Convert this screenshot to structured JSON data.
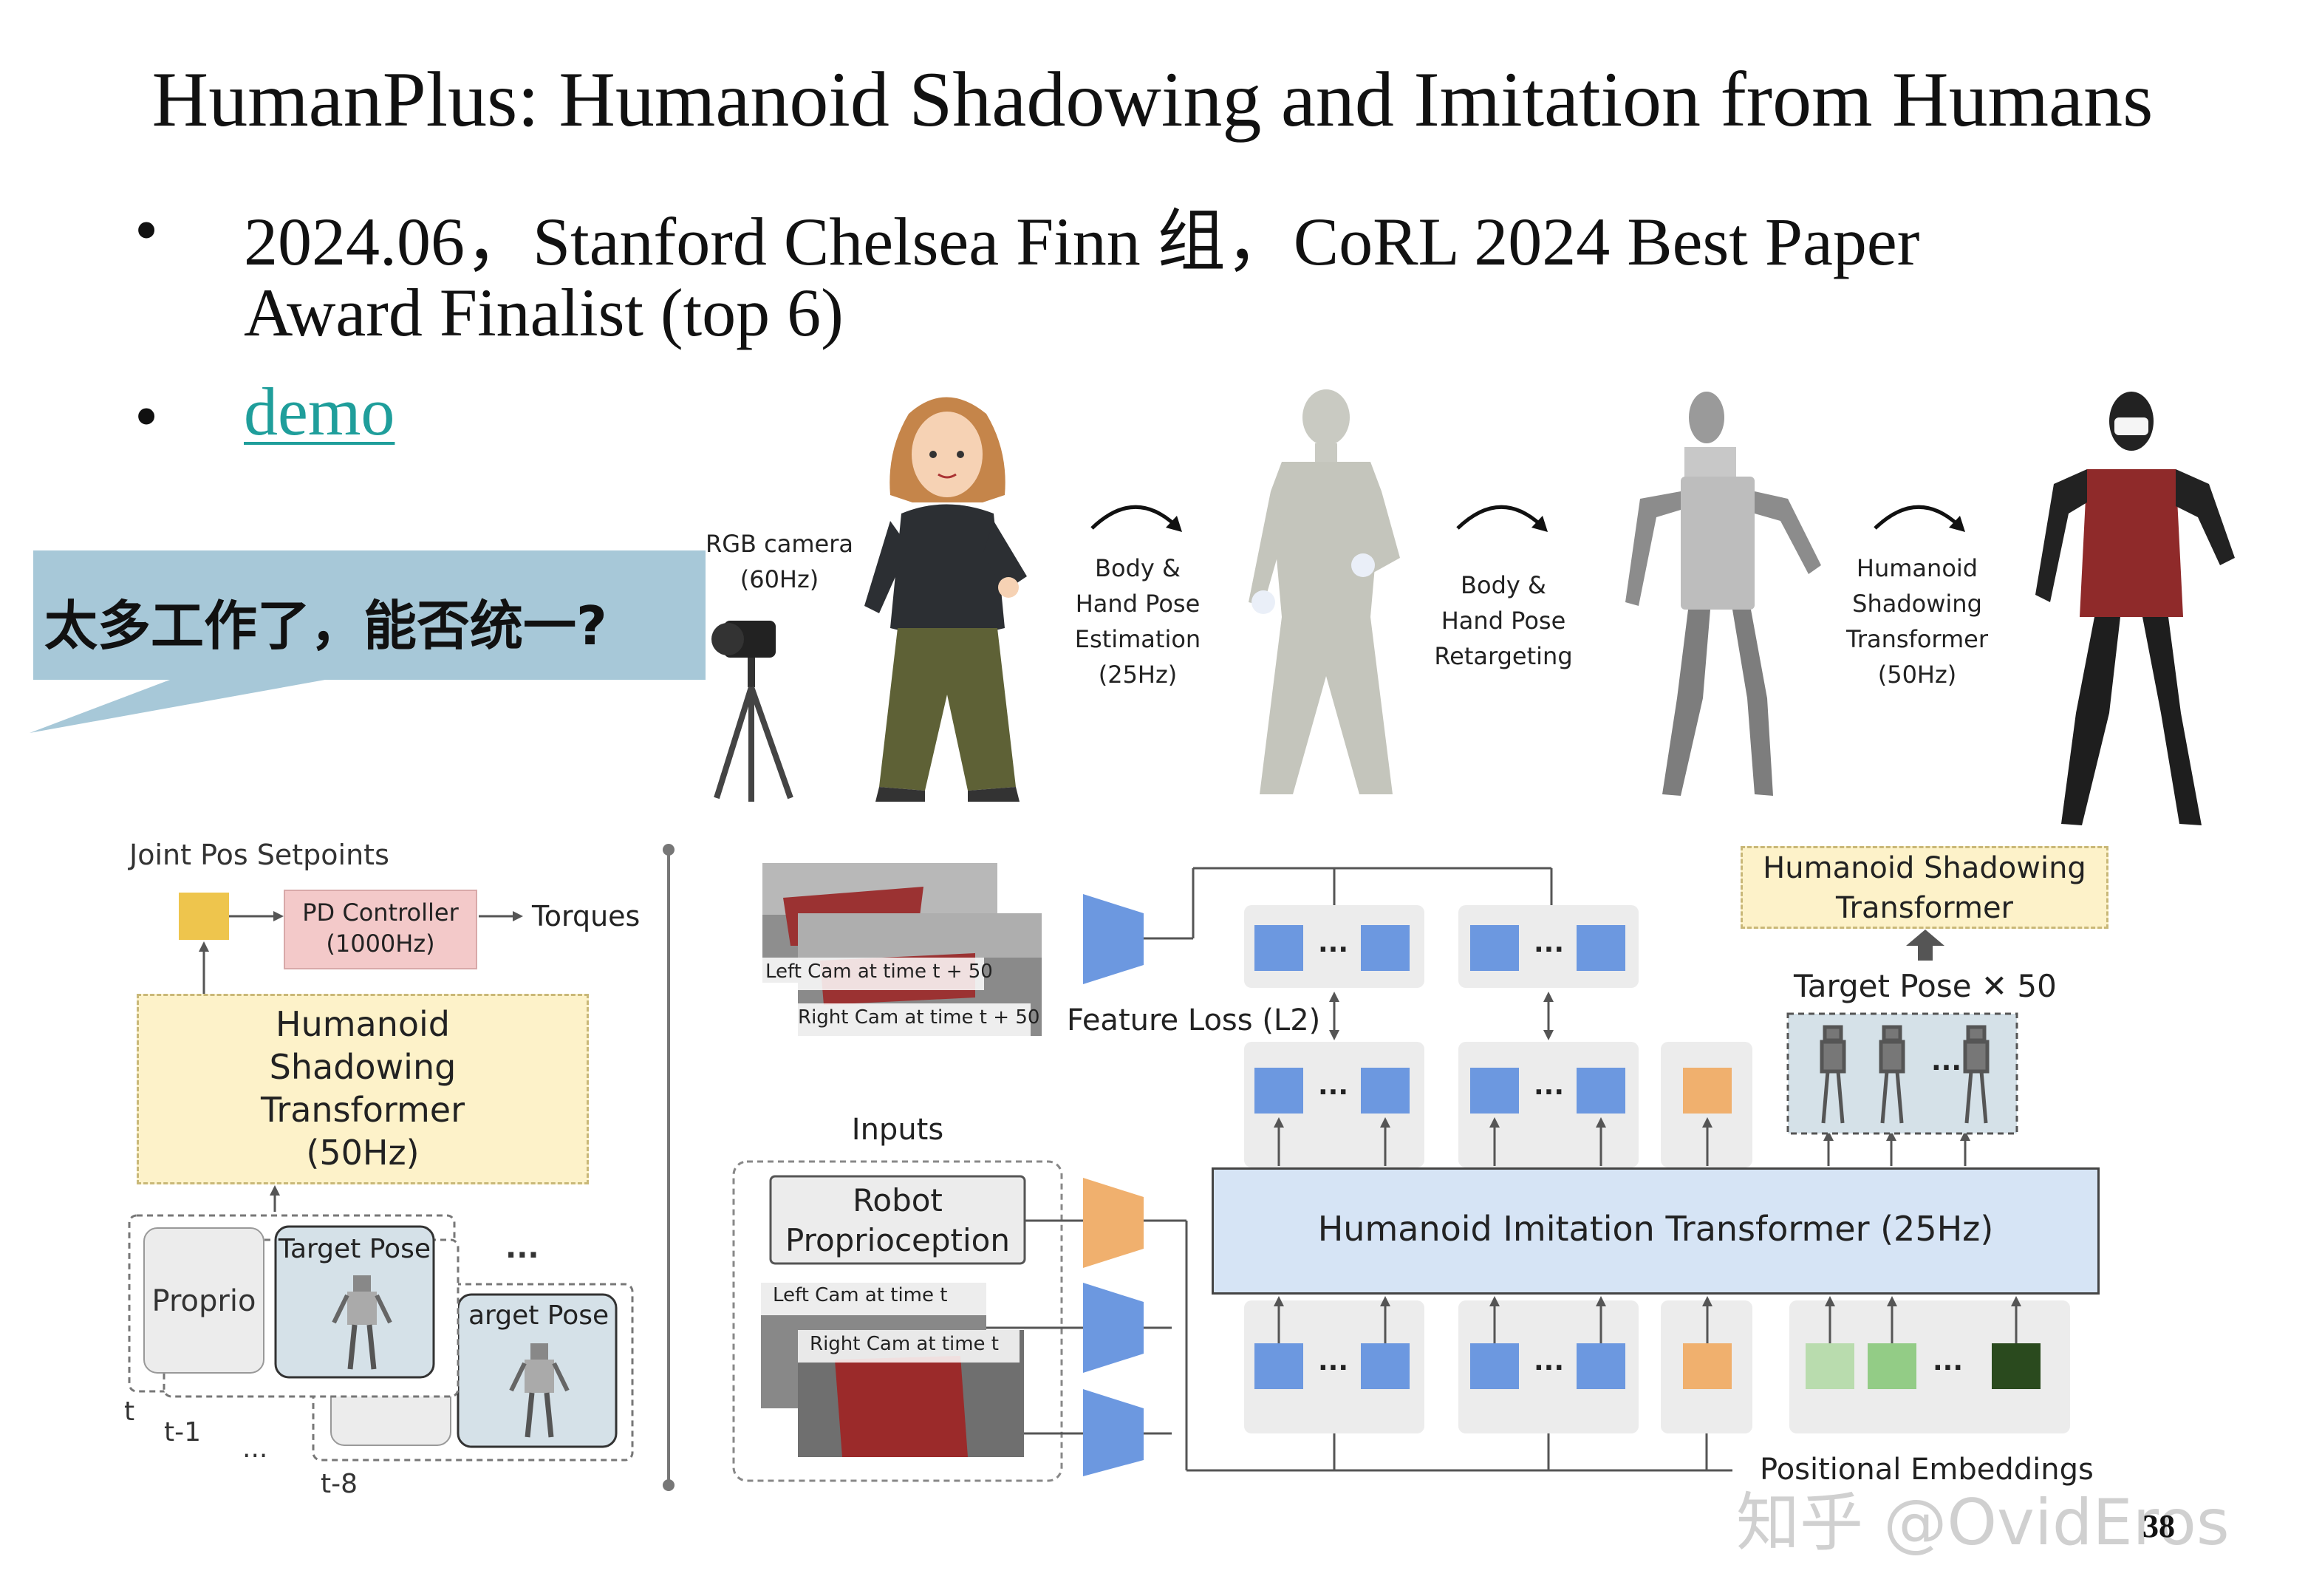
{
  "slide": {
    "title": "HumanPlus: Humanoid Shadowing and Imitation from Humans",
    "bullets": [
      {
        "line1": "2024.06，Stanford Chelsea Finn 组，CoRL 2024 Best Paper",
        "line2": "Award Finalist (top 6)"
      },
      {
        "link": "demo"
      }
    ],
    "callout": "太多工作了，能否统一?",
    "page_number": "38",
    "watermark": "知乎 @OvidEros"
  },
  "pipeline": {
    "camera": {
      "l1": "RGB camera",
      "l2": "(60Hz)"
    },
    "step1": {
      "l1": "Body &",
      "l2": "Hand Pose",
      "l3": "Estimation",
      "l4": "(25Hz)"
    },
    "step2": {
      "l1": "Body &",
      "l2": "Hand Pose",
      "l3": "Retargeting"
    },
    "step3": {
      "l1": "Humanoid",
      "l2": "Shadowing",
      "l3": "Transformer",
      "l4": "(50Hz)"
    }
  },
  "left_diagram": {
    "joint_pos": "Joint Pos Setpoints",
    "pd": {
      "l1": "PD Controller",
      "l2": "(1000Hz)"
    },
    "torques": "Torques",
    "hst": {
      "l1": "Humanoid",
      "l2": "Shadowing",
      "l3": "Transformer",
      "l4": "(50Hz)"
    },
    "proprio": "Proprio",
    "target_pose": "Target Pose",
    "target_pose_cut": "arget Pose",
    "ellipsis": "...",
    "t": "t",
    "t1": "t-1",
    "t8": "t-8"
  },
  "right_diagram": {
    "left_cam_future": "Left Cam at time t + 50",
    "right_cam_future": "Right Cam at time t + 50",
    "feature_loss": "Feature Loss (L2)",
    "hst_box": {
      "l1": "Humanoid  Shadowing",
      "l2": "Transformer"
    },
    "target_pose_x": "Target Pose ✕ 50",
    "inputs": "Inputs",
    "robot_proprio": {
      "l1": "Robot",
      "l2": "Proprioception"
    },
    "left_cam": "Left Cam at time t",
    "right_cam": "Right Cam at time t",
    "hit": "Humanoid Imitation Transformer (25Hz)",
    "pos_emb": "Positional Embeddings",
    "ellipsis": "..."
  },
  "colors": {
    "link": "#1f9e9b",
    "callout_bg": "#a7c8d8",
    "token_blue": "#6c98e0",
    "token_orange": "#f0b06e",
    "hst_bg": "#fdf2c9",
    "hit_bg": "#d6e4f5",
    "pd_bg": "#f3c9c9",
    "yellow_token": "#eec54d"
  }
}
